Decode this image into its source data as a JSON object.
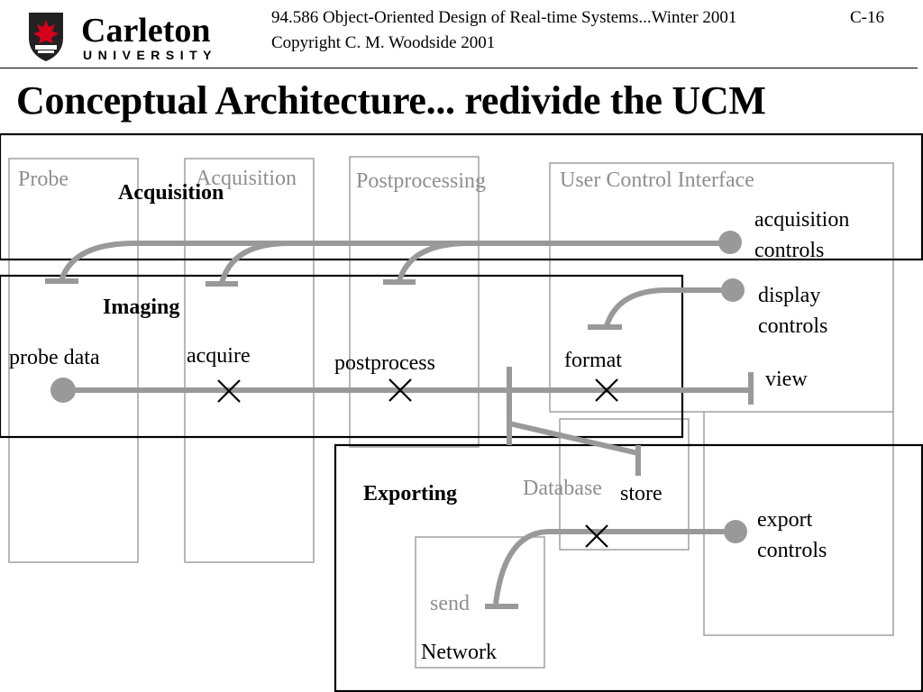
{
  "header": {
    "university_name": "Carleton",
    "university_sub": "UNIVERSITY",
    "course_line": "94.586  Object-Oriented Design of Real-time Systems...Winter 2001",
    "slide_number": "C-16",
    "copyright": "Copyright C. M. Woodside  2001"
  },
  "slide": {
    "title": "Conceptual Architecture... redivide the UCM"
  },
  "diagram": {
    "components": {
      "probe": "Probe",
      "acquisition": "Acquisition",
      "postprocessing": "Postprocessing",
      "user_control_interface": "User Control Interface",
      "database": "Database",
      "network": "Network"
    },
    "regions": {
      "acquisition": "Acquisition",
      "imaging": "Imaging",
      "exporting": "Exporting"
    },
    "responsibilities": {
      "probe_data": "probe data",
      "acquire": "acquire",
      "postprocess": "postprocess",
      "format": "format",
      "view": "view",
      "store": "store",
      "send": "send"
    },
    "controls": {
      "acquisition_l1": "acquisition",
      "acquisition_l2": "controls",
      "display_l1": "display",
      "display_l2": "controls",
      "export_l1": "export",
      "export_l2": "controls"
    },
    "colors": {
      "path": "#999999",
      "component_border": "#a0a0a0",
      "region_border": "#000000",
      "component_text": "#8f8f8f"
    }
  }
}
